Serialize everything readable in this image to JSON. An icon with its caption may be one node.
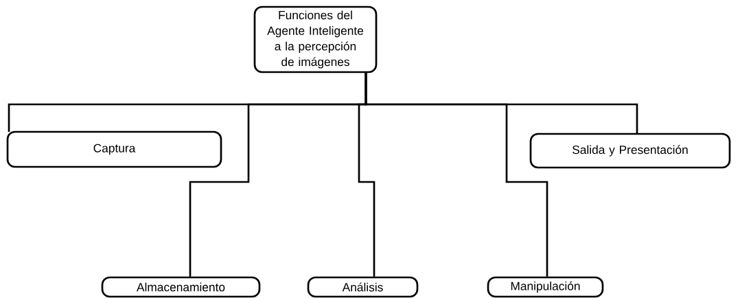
{
  "diagram": {
    "nodes": [
      {
        "text": [
          "Funciones del Agente Inteligente a la percepción de imágenes"
        ]
      },
      {
        "text": [
          "Captura"
        ]
      },
      {
        "text": [
          "Almacenamiento"
        ]
      },
      {
        "text": [
          "Análisis"
        ]
      },
      {
        "text": [
          "Manipulación"
        ]
      },
      {
        "text": [
          "Salida y Presentación"
        ]
      }
    ],
    "edges": [
      {
        "from": 0,
        "to": 1,
        "arrow": "none"
      },
      {
        "from": 0,
        "to": 2,
        "arrow": "none"
      },
      {
        "from": 0,
        "to": 3,
        "arrow": "none"
      },
      {
        "from": 0,
        "to": 4,
        "arrow": "none"
      },
      {
        "from": 0,
        "to": 5,
        "arrow": "none"
      }
    ]
  }
}
